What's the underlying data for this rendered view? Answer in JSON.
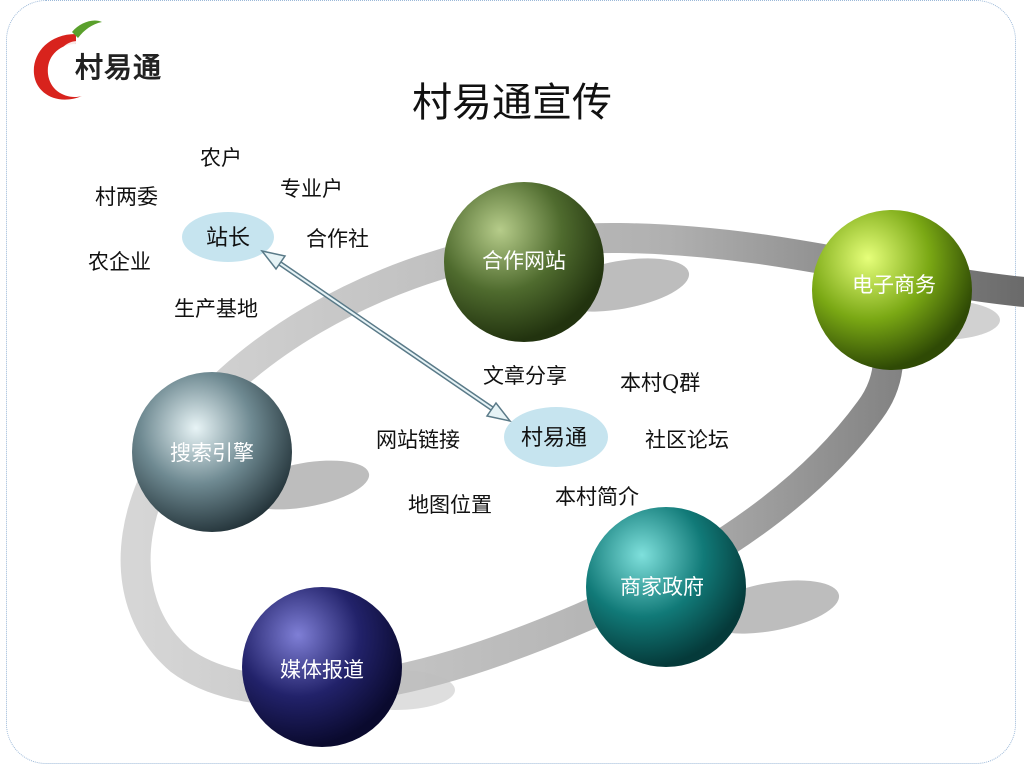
{
  "logo": {
    "text": "村易通"
  },
  "title": "村易通宣传",
  "station": {
    "center": "站长",
    "around": [
      "农户",
      "村两委",
      "专业户",
      "合作社",
      "农企业",
      "生产基地"
    ]
  },
  "hub": {
    "center": "村易通",
    "around": [
      "文章分享",
      "本村Q群",
      "网站链接",
      "社区论坛",
      "地图位置",
      "本村简介"
    ]
  },
  "spheres": [
    {
      "label": "合作网站",
      "color": "#4f6b2e"
    },
    {
      "label": "电子商务",
      "color": "#7aa814"
    },
    {
      "label": "搜索引擎",
      "color": "#6f8a92"
    },
    {
      "label": "商家政府",
      "color": "#117a78"
    },
    {
      "label": "媒体报道",
      "color": "#22226a"
    }
  ]
}
